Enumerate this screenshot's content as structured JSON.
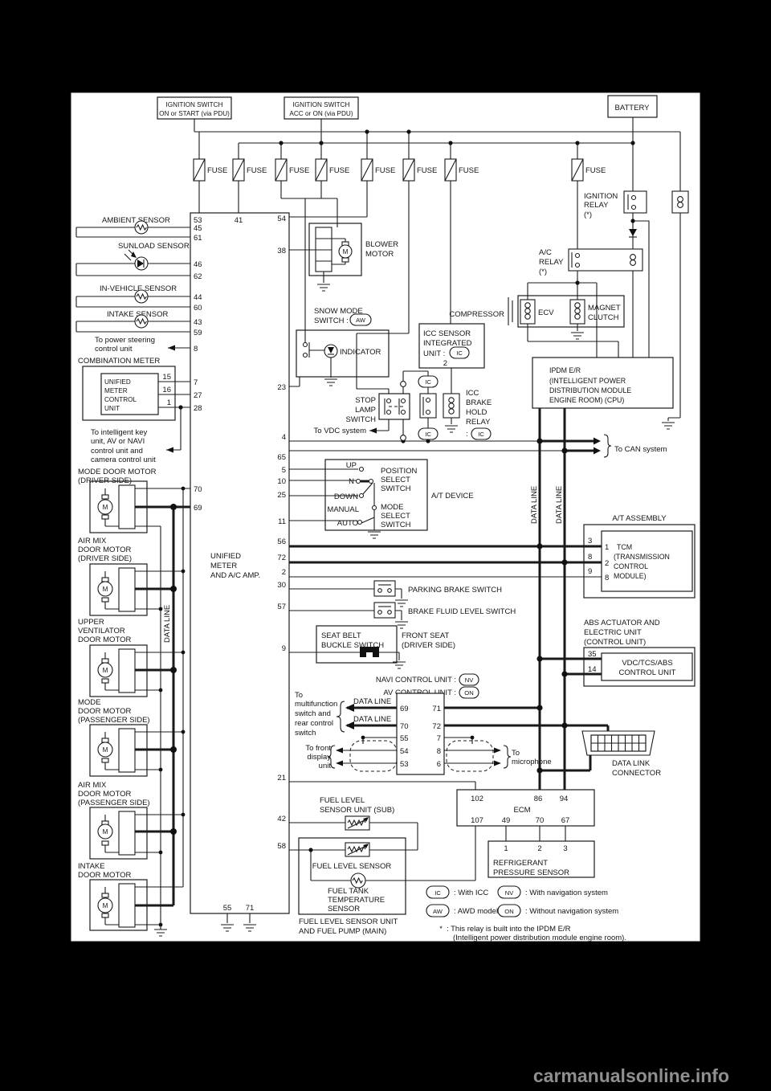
{
  "watermark": "carmanualsonline.info",
  "power": {
    "ign_on": [
      "IGNITION SWITCH",
      "ON or START (via PDU)"
    ],
    "ign_acc": [
      "IGNITION SWITCH",
      "ACC or ON (via PDU)"
    ],
    "battery": "BATTERY",
    "fuse": "FUSE"
  },
  "relay": {
    "ignition": [
      "IGNITION",
      "RELAY",
      "(*)"
    ],
    "ac": [
      "A/C",
      "RELAY",
      "(*)"
    ]
  },
  "sensors": {
    "ambient": "AMBIENT SENSOR",
    "sunload": "SUNLOAD SENSOR",
    "in_vehicle": "IN-VEHICLE SENSOR",
    "intake": "INTAKE SENSOR"
  },
  "notes": {
    "power_steering": [
      "To power steering",
      "control unit"
    ],
    "intelligent_key": [
      "To intelligent key",
      "unit, AV or NAVI",
      "control unit and",
      "camera control unit"
    ],
    "vdc": "To VDC system",
    "can": "To CAN system",
    "multifunction": [
      "To",
      "multifunction",
      "switch and",
      "rear control",
      "switch"
    ],
    "front_display": [
      "To front",
      "display",
      "unit"
    ],
    "microphone": [
      "To",
      "microphone"
    ]
  },
  "meter": {
    "title": "COMBINATION METER",
    "unit": [
      "UNIFIED",
      "METER",
      "CONTROL",
      "UNIT"
    ]
  },
  "amp": {
    "label": [
      "UNIFIED",
      "METER",
      "AND A/C AMP."
    ]
  },
  "motors": {
    "m1": [
      "MODE DOOR MOTOR",
      "(DRIVER SIDE)"
    ],
    "m2": [
      "AIR MIX",
      "DOOR MOTOR",
      "(DRIVER SIDE)"
    ],
    "m3": [
      "UPPER",
      "VENTILATOR",
      "DOOR MOTOR"
    ],
    "m4": [
      "MODE",
      "DOOR MOTOR",
      "(PASSENGER SIDE)"
    ],
    "m5": [
      "AIR MIX",
      "DOOR MOTOR",
      "(PASSENGER SIDE)"
    ],
    "m6": [
      "INTAKE",
      "DOOR MOTOR"
    ],
    "m": "M"
  },
  "data_line": "DATA LINE",
  "blower": [
    "BLOWER",
    "MOTOR"
  ],
  "snow": {
    "label": [
      "SNOW MODE",
      "SWITCH :"
    ],
    "badge": "AW",
    "indicator": "INDICATOR"
  },
  "stop_lamp": [
    "STOP",
    "LAMP",
    "SWITCH"
  ],
  "icc": {
    "sensor": [
      "ICC SENSOR",
      "INTEGRATED",
      "UNIT :"
    ],
    "relay": [
      "ICC",
      "BRAKE",
      "HOLD",
      "RELAY",
      ":"
    ],
    "badge": "IC"
  },
  "compressor": {
    "label": "COMPRESSOR",
    "ecv": "ECV",
    "magnet": [
      "MAGNET",
      "CLUTCH"
    ]
  },
  "ipdm": [
    "IPDM E/R",
    "(INTELLIGENT POWER",
    " DISTRIBUTION MODULE",
    " ENGINE ROOM) (CPU)"
  ],
  "at_device": {
    "label": "A/T DEVICE",
    "position": [
      "POSITION",
      "SELECT",
      "SWITCH"
    ],
    "mode": [
      "MODE",
      "SELECT",
      "SWITCH"
    ],
    "up": "UP",
    "n": "N",
    "down": "DOWN",
    "manual": "MANUAL",
    "auto": "AUTO"
  },
  "switches": {
    "parking": "PARKING BRAKE SWITCH",
    "brake_fluid": "BRAKE FLUID LEVEL SWITCH",
    "seat_belt": [
      "SEAT BELT",
      "BUCKLE SWITCH"
    ],
    "front_seat": [
      "FRONT SEAT",
      "(DRIVER SIDE)"
    ]
  },
  "nav": {
    "navi": "NAVI CONTROL UNIT :",
    "nv": "NV",
    "av": "AV CONTROL UNIT :",
    "on": "ON"
  },
  "at_assembly": {
    "label": "A/T ASSEMBLY",
    "tcm": [
      "TCM",
      "(TRANSMISSION",
      " CONTROL",
      " MODULE)"
    ]
  },
  "abs": {
    "label": [
      "ABS ACTUATOR AND",
      "ELECTRIC UNIT",
      "(CONTROL UNIT)"
    ],
    "vdc": [
      "VDC/TCS/ABS",
      "CONTROL UNIT"
    ]
  },
  "dlc": [
    "DATA LINK",
    "CONNECTOR"
  ],
  "ecm": "ECM",
  "refrigerant": [
    "REFRIGERANT",
    "PRESSURE SENSOR"
  ],
  "fuel": {
    "sub": [
      "FUEL LEVEL",
      "SENSOR UNIT (SUB)"
    ],
    "sensor": "FUEL LEVEL SENSOR",
    "tank": [
      "FUEL TANK",
      "TEMPERATURE",
      "SENSOR"
    ],
    "main": [
      "FUEL LEVEL SENSOR UNIT",
      "AND FUEL PUMP (MAIN)"
    ]
  },
  "legend": {
    "ic": "IC",
    "ic_text": ": With ICC",
    "aw": "AW",
    "aw_text": ": AWD models",
    "nv": "NV",
    "nv_text": ": With navigation system",
    "on": "ON",
    "on_text": ": Without navigation system",
    "star": "*",
    "star_text": ": This relay is built into the IPDM E/R",
    "star_text2": "(Intelligent power distribution module engine room)."
  },
  "pins": {
    "1": "1",
    "2": "2",
    "3": "3",
    "4": "4",
    "5": "5",
    "6": "6",
    "7": "7",
    "8": "8",
    "9": "9",
    "10": "10",
    "11": "11",
    "14": "14",
    "15": "15",
    "16": "16",
    "21": "21",
    "23": "23",
    "25": "25",
    "27": "27",
    "28": "28",
    "30": "30",
    "35": "35",
    "38": "38",
    "41": "41",
    "42": "42",
    "43": "43",
    "44": "44",
    "45": "45",
    "46": "46",
    "49": "49",
    "53": "53",
    "54": "54",
    "55": "55",
    "56": "56",
    "57": "57",
    "58": "58",
    "59": "59",
    "60": "60",
    "61": "61",
    "62": "62",
    "65": "65",
    "67": "67",
    "69": "69",
    "70": "70",
    "71": "71",
    "72": "72",
    "86": "86",
    "94": "94",
    "102": "102",
    "107": "107"
  }
}
